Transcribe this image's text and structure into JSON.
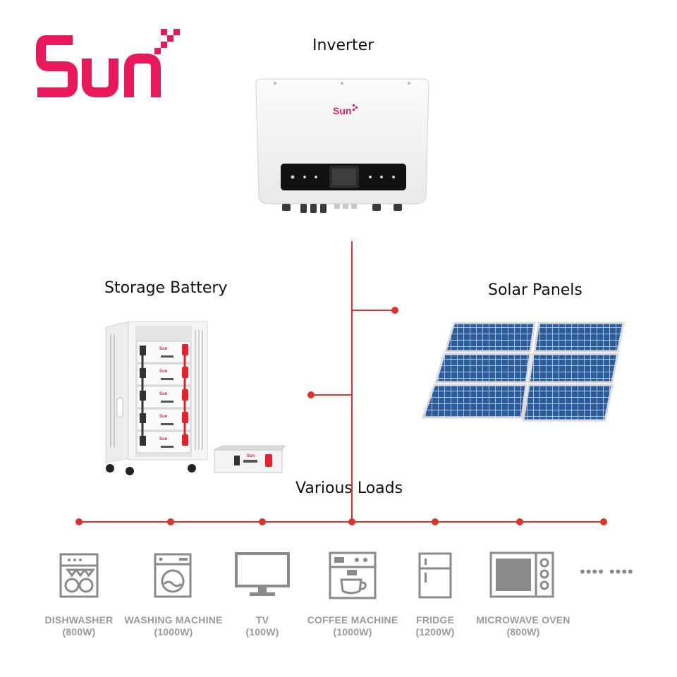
{
  "logo": {
    "text": "Sun",
    "color": "#e8185a"
  },
  "inverter": {
    "label": "Inverter",
    "brand": "Sun"
  },
  "battery": {
    "label": "Storage Battery",
    "brand": "Sun"
  },
  "solar": {
    "label": "Solar Panels"
  },
  "loads": {
    "label": "Various Loads",
    "more": "•••• ••••",
    "items": [
      {
        "name": "DISHWASHER",
        "power": "(800W)",
        "icon": "dishwasher-icon"
      },
      {
        "name": "WASHING MACHINE",
        "power": "(1000W)",
        "icon": "washing-machine-icon"
      },
      {
        "name": "TV",
        "power": "(100W)",
        "icon": "tv-icon"
      },
      {
        "name": "COFFEE MACHINE",
        "power": "(1000W)",
        "icon": "coffee-machine-icon"
      },
      {
        "name": "FRIDGE",
        "power": "(1200W)",
        "icon": "fridge-icon"
      },
      {
        "name": "MICROWAVE OVEN",
        "power": "(800W)",
        "icon": "microwave-oven-icon"
      }
    ]
  },
  "colors": {
    "wire": "#e0312a",
    "brand": "#e8185a",
    "icon": "#8a8a8a",
    "caption": "#9a9a9a",
    "panel": "#2a5d9e"
  }
}
